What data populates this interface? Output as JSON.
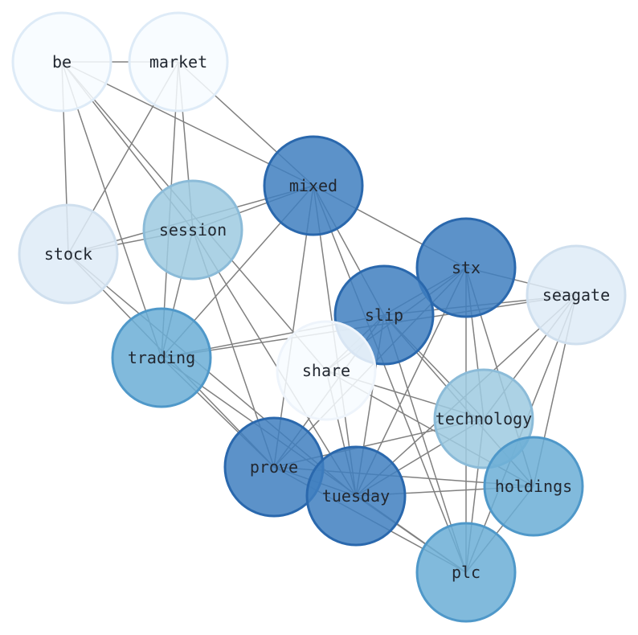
{
  "graph": {
    "nodes": [
      {
        "id": "be",
        "label": "be",
        "color": "#f7fbff",
        "border": "#deebf7"
      },
      {
        "id": "market",
        "label": "market",
        "color": "#f7fbff",
        "border": "#deebf7"
      },
      {
        "id": "mixed",
        "label": "mixed",
        "color": "#3f7fbf",
        "border": "#2a68ad"
      },
      {
        "id": "session",
        "label": "session",
        "color": "#9ecae1",
        "border": "#8bbbd8"
      },
      {
        "id": "stock",
        "label": "stock",
        "color": "#deebf7",
        "border": "#cfdfee"
      },
      {
        "id": "stx",
        "label": "stx",
        "color": "#3f7fbf",
        "border": "#2a68ad"
      },
      {
        "id": "seagate",
        "label": "seagate",
        "color": "#deebf7",
        "border": "#cfdfee"
      },
      {
        "id": "slip",
        "label": "slip",
        "color": "#3f7fbf",
        "border": "#2a68ad"
      },
      {
        "id": "trading",
        "label": "trading",
        "color": "#6baed6",
        "border": "#4f98c9"
      },
      {
        "id": "share",
        "label": "share",
        "color": "#f7fbff",
        "border": "#eef4fb"
      },
      {
        "id": "technology",
        "label": "technology",
        "color": "#9ecae1",
        "border": "#8bbbd8"
      },
      {
        "id": "prove",
        "label": "prove",
        "color": "#3f7fbf",
        "border": "#2a68ad"
      },
      {
        "id": "tuesday",
        "label": "tuesday",
        "color": "#3f7fbf",
        "border": "#2a68ad"
      },
      {
        "id": "holdings",
        "label": "holdings",
        "color": "#6baed6",
        "border": "#4f98c9"
      },
      {
        "id": "plc",
        "label": "plc",
        "color": "#6baed6",
        "border": "#4f98c9"
      }
    ],
    "edges": [
      [
        "be",
        "market"
      ],
      [
        "be",
        "stock"
      ],
      [
        "be",
        "mixed"
      ],
      [
        "be",
        "session"
      ],
      [
        "be",
        "trading"
      ],
      [
        "be",
        "share"
      ],
      [
        "market",
        "mixed"
      ],
      [
        "market",
        "session"
      ],
      [
        "market",
        "stock"
      ],
      [
        "market",
        "trading"
      ],
      [
        "mixed",
        "session"
      ],
      [
        "mixed",
        "stock"
      ],
      [
        "mixed",
        "trading"
      ],
      [
        "mixed",
        "stx"
      ],
      [
        "mixed",
        "slip"
      ],
      [
        "mixed",
        "prove"
      ],
      [
        "mixed",
        "tuesday"
      ],
      [
        "mixed",
        "plc"
      ],
      [
        "session",
        "stock"
      ],
      [
        "session",
        "trading"
      ],
      [
        "session",
        "prove"
      ],
      [
        "session",
        "tuesday"
      ],
      [
        "stock",
        "prove"
      ],
      [
        "stock",
        "tuesday"
      ],
      [
        "trading",
        "slip"
      ],
      [
        "trading",
        "prove"
      ],
      [
        "trading",
        "plc"
      ],
      [
        "trading",
        "seagate"
      ],
      [
        "stx",
        "seagate"
      ],
      [
        "stx",
        "slip"
      ],
      [
        "stx",
        "share"
      ],
      [
        "stx",
        "prove"
      ],
      [
        "stx",
        "tuesday"
      ],
      [
        "stx",
        "holdings"
      ],
      [
        "stx",
        "plc"
      ],
      [
        "stx",
        "technology"
      ],
      [
        "seagate",
        "slip"
      ],
      [
        "seagate",
        "technology"
      ],
      [
        "seagate",
        "holdings"
      ],
      [
        "seagate",
        "plc"
      ],
      [
        "seagate",
        "tuesday"
      ],
      [
        "slip",
        "share"
      ],
      [
        "slip",
        "technology"
      ],
      [
        "slip",
        "holdings"
      ],
      [
        "slip",
        "tuesday"
      ],
      [
        "slip",
        "prove"
      ],
      [
        "slip",
        "plc"
      ],
      [
        "share",
        "technology"
      ],
      [
        "share",
        "holdings"
      ],
      [
        "share",
        "tuesday"
      ],
      [
        "technology",
        "tuesday"
      ],
      [
        "technology",
        "plc"
      ],
      [
        "technology",
        "prove"
      ],
      [
        "prove",
        "tuesday"
      ],
      [
        "prove",
        "holdings"
      ],
      [
        "prove",
        "plc"
      ],
      [
        "tuesday",
        "holdings"
      ],
      [
        "tuesday",
        "plc"
      ],
      [
        "holdings",
        "plc"
      ]
    ],
    "edge_color": "#808080"
  }
}
